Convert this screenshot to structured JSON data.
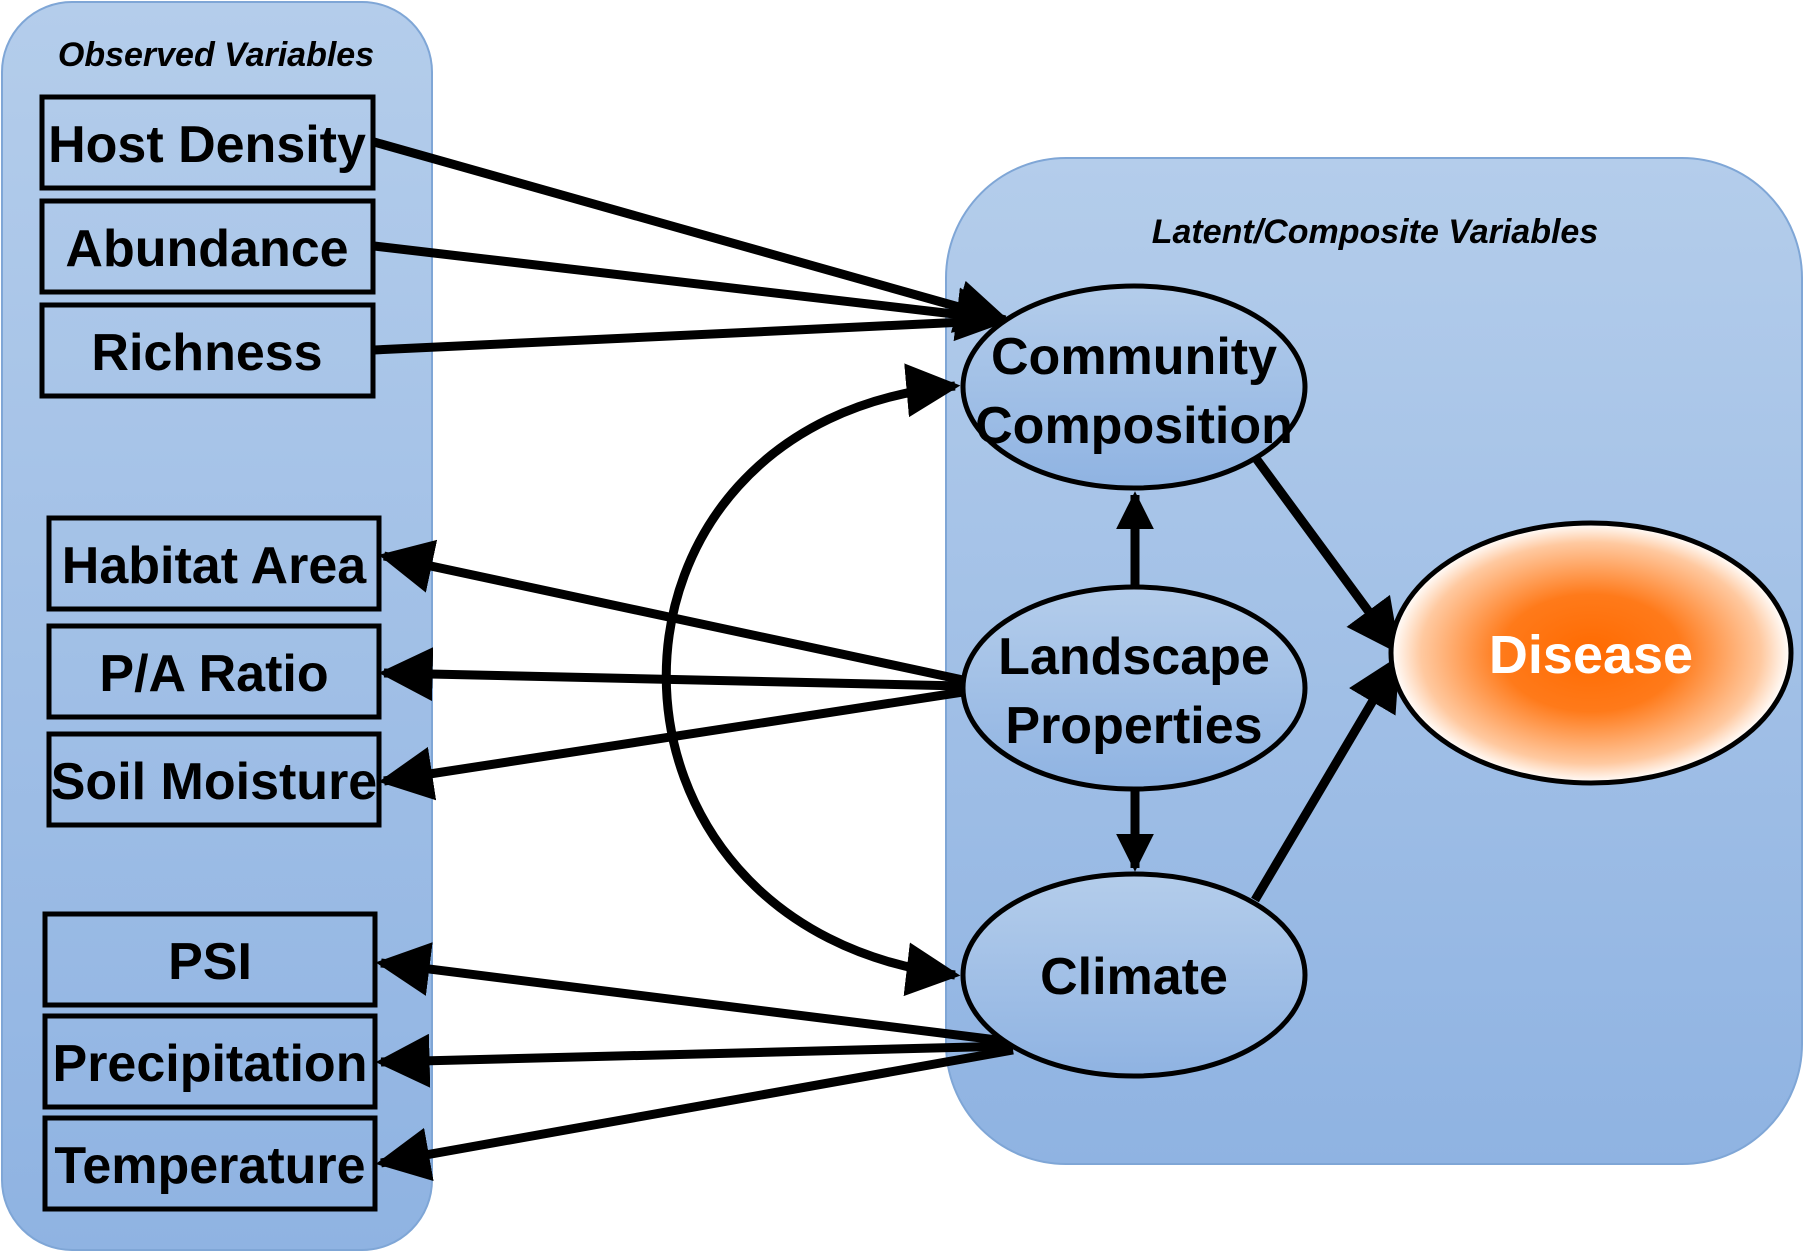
{
  "panels": {
    "observed": {
      "title": "Observed Variables"
    },
    "latent": {
      "title": "Latent/Composite Variables"
    }
  },
  "observed": [
    {
      "id": "host-density",
      "label": "Host Density"
    },
    {
      "id": "abundance",
      "label": "Abundance"
    },
    {
      "id": "richness",
      "label": "Richness"
    },
    {
      "id": "habitat-area",
      "label": "Habitat Area"
    },
    {
      "id": "pa-ratio",
      "label": "P/A Ratio"
    },
    {
      "id": "soil-moisture",
      "label": "Soil Moisture"
    },
    {
      "id": "psi",
      "label": "PSI"
    },
    {
      "id": "precipitation",
      "label": "Precipitation"
    },
    {
      "id": "temperature",
      "label": "Temperature"
    }
  ],
  "latent": [
    {
      "id": "community",
      "lines": [
        "Community",
        "Composition"
      ]
    },
    {
      "id": "landscape",
      "lines": [
        "Landscape",
        "Properties"
      ]
    },
    {
      "id": "climate",
      "lines": [
        "Climate"
      ]
    }
  ],
  "outcome": {
    "id": "disease",
    "label": "Disease"
  },
  "colors": {
    "panel_top": "#b3cdea",
    "panel_bottom": "#8fb4e2",
    "panel_border": "#7fa7d8",
    "arrow": "#000000",
    "disease_core": "#ff6600",
    "disease_edge": "#ffffff"
  }
}
